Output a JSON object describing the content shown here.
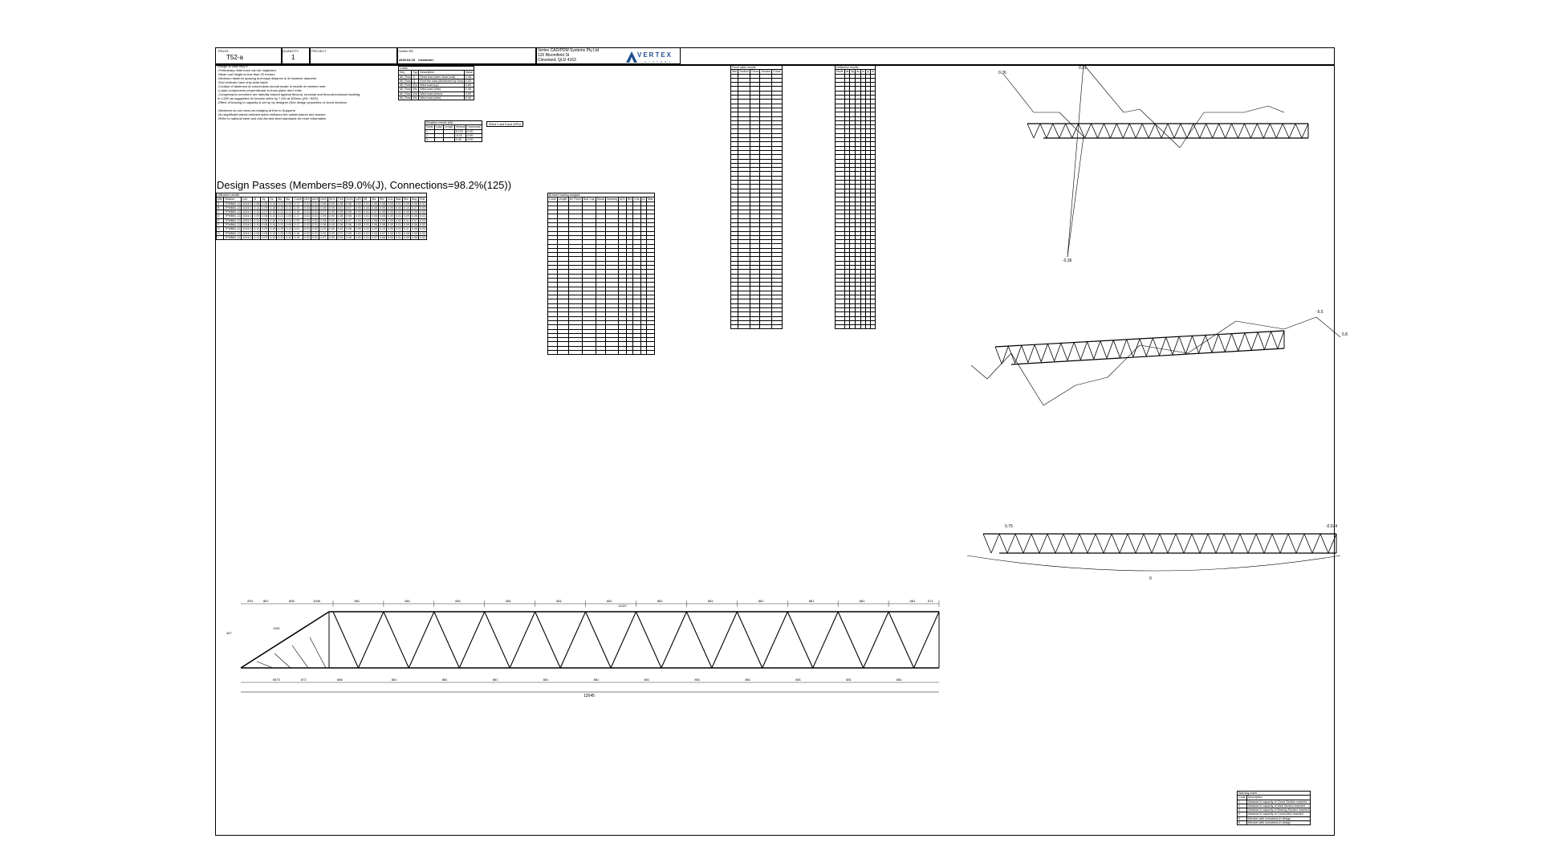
{
  "titleblock": {
    "truss_label": "TRUSS",
    "truss_value": "T52-a",
    "quantity_label": "QUANTITY",
    "quantity_value": "1",
    "project_label": "PROJECT",
    "version_label": "Vertex ED",
    "date_value": "2020.04.15",
    "customer_label": "Customer:",
    "company_name": "Vertex CAD/PDM Systems Pty Ltd",
    "company_address1": "120 Bloomfield St",
    "company_address2": "Cleveland, QLD 4163",
    "logo_text": "VERTEX",
    "logo_sub": "SYSTEMS"
  },
  "design_result": "Design Passes (Members=89.0%(J), Connections=98.2%(125))",
  "notes": [
    "Design is valid only if:",
    "-Preliminary relief force can be neglected",
    "-Mean roof height is less than 20 metres",
    "-Minimum fastener spacing and edge distance is 3x fastener diameter",
    "-End verticals have only axial loads",
    "-Contact of fasteners at connections should locate in middle of member web",
    "-Loads components perpendicular to truss plane don't exist",
    "-Compression members are laterally braced against flexural, torsional and flexural-torsional buckling",
    "In L/200 as suggested for tension webs by 7 ASI at 300mm (AS / NZS)",
    "-Effect of bracing to capacity is set up by designer (See design properties of chord sections",
    "",
    "-Members do not need pre-bridging at free to Supports",
    "-No significant lateral restraint action between the substructures and trusses",
    "-Refer to national steel and cold-formed steel standards for more information"
  ],
  "load_table": {
    "title": "Loads",
    "headers": [
      "Key",
      "Typ",
      "Description",
      "Value"
    ],
    "rows": [
      [
        "Alt_Row",
        "G",
        "Dead load (steel dead load)",
        "0.48"
      ],
      [
        "Alt_Row",
        "Q",
        "Roof live load (distributed by Dist)",
        "0.25"
      ],
      [
        "Alt_Row",
        "Wu",
        "Wind load (up)",
        "0.89"
      ],
      [
        "Alt_Row",
        "Ws",
        "Wind load (side)",
        "0.46"
      ],
      [
        "Alt_Row",
        "Wd",
        "Wind load (down)",
        "0.50"
      ],
      [
        "Alt_Row",
        "Ws",
        "Wind load (side)",
        "0.46"
      ]
    ]
  },
  "reaction_table": {
    "title": "Reaction results (kN)",
    "headers": [
      "Node",
      "Load",
      "Length",
      "Vertical",
      "Horizontal"
    ],
    "rows": [
      [
        "1",
        "",
        "",
        "10.33",
        "0.00"
      ],
      [
        "2",
        "",
        "",
        "-8.33",
        "0.00"
      ],
      [
        "3",
        "",
        "",
        "4.35",
        "0.00"
      ]
    ],
    "note": "Wind Load Input (kPa)"
  },
  "member_table": {
    "title": "Utilisation results",
    "headers": [
      "Mbr",
      "Section",
      "Len",
      "N",
      "Vy",
      "Vz",
      "My",
      "Mz",
      "Comb",
      "Ut%",
      "Ax%",
      "Bn%",
      "Sh%",
      "Tn%",
      "Cm%",
      "Ld%",
      "Dfl",
      "Sta",
      "Ref",
      "LCs",
      "Max",
      "Min",
      "Avg",
      "Chk"
    ],
    "rows": [
      [
        "A",
        "TPMB60-12",
        "1024.0",
        "0.08",
        "0.06",
        "0.14",
        "0.21",
        "0.09",
        "0.17",
        "0.02",
        "0.01",
        "0.06",
        "0.00",
        "0.38",
        "0.06",
        "0.00",
        "0.01",
        "0.06",
        "0.08",
        "0.00",
        "0.01",
        "0.09",
        "0.06",
        "0.02"
      ],
      [
        "B",
        "TPMB60-12",
        "1024.0",
        "0.11",
        "0.09",
        "0.18",
        "0.23",
        "0.13",
        "0.19",
        "0.03",
        "0.02",
        "0.08",
        "0.00",
        "0.41",
        "0.07",
        "0.00",
        "0.02",
        "0.08",
        "0.09",
        "0.00",
        "0.02",
        "0.10",
        "0.07",
        "0.03"
      ],
      [
        "C",
        "TPMB60-12",
        "1024.0",
        "0.13",
        "0.07",
        "0.15",
        "0.22",
        "0.11",
        "0.18",
        "0.02",
        "0.01",
        "0.07",
        "0.00",
        "0.39",
        "0.06",
        "0.00",
        "0.01",
        "0.07",
        "0.08",
        "0.00",
        "0.01",
        "0.09",
        "0.06",
        "0.02"
      ],
      [
        "D",
        "TPMB60-12",
        "1024.0",
        "0.09",
        "0.06",
        "0.14",
        "0.21",
        "0.09",
        "0.17",
        "0.02",
        "0.01",
        "0.06",
        "0.00",
        "0.38",
        "0.06",
        "0.00",
        "0.01",
        "0.06",
        "0.08",
        "0.00",
        "0.01",
        "0.09",
        "0.06",
        "0.02"
      ],
      [
        "E",
        "TPMB60-12",
        "1024.0",
        "0.12",
        "0.08",
        "0.16",
        "0.24",
        "0.12",
        "0.20",
        "0.03",
        "0.02",
        "0.08",
        "0.00",
        "0.42",
        "0.07",
        "0.00",
        "0.02",
        "0.08",
        "0.09",
        "0.00",
        "0.02",
        "0.11",
        "0.07",
        "0.03"
      ],
      [
        "F",
        "TPMB60-12",
        "1024.0",
        "0.10",
        "0.06",
        "0.14",
        "0.21",
        "0.09",
        "0.17",
        "0.02",
        "0.01",
        "0.06",
        "0.00",
        "0.38",
        "0.06",
        "0.00",
        "0.01",
        "0.06",
        "0.08",
        "0.00",
        "0.01",
        "0.09",
        "0.06",
        "0.02"
      ],
      [
        "G",
        "TPMB60-12",
        "1024.0",
        "0.14",
        "0.09",
        "0.18",
        "0.25",
        "0.13",
        "0.21",
        "0.03",
        "0.02",
        "0.09",
        "0.00",
        "0.43",
        "0.08",
        "0.00",
        "0.02",
        "0.09",
        "0.10",
        "0.00",
        "0.02",
        "0.11",
        "0.08",
        "0.03"
      ],
      [
        "H",
        "TPMB60-12",
        "1024.0",
        "0.08",
        "0.05",
        "0.13",
        "0.20",
        "0.08",
        "0.16",
        "0.02",
        "0.01",
        "0.05",
        "0.00",
        "0.37",
        "0.05",
        "0.00",
        "0.01",
        "0.05",
        "0.07",
        "0.00",
        "0.01",
        "0.08",
        "0.05",
        "0.02"
      ],
      [
        "I",
        "TPMB60-12",
        "1024.0",
        "0.11",
        "0.07",
        "0.15",
        "0.22",
        "0.10",
        "0.18",
        "0.02",
        "0.01",
        "0.07",
        "0.00",
        "0.39",
        "0.06",
        "0.00",
        "0.01",
        "0.07",
        "0.08",
        "0.00",
        "0.01",
        "0.09",
        "0.06",
        "0.02"
      ]
    ]
  },
  "connection_table": {
    "title": "Bracket loading analysis",
    "headers": [
      "Conn",
      "Length",
      "Ax Force",
      "Bolt Cap",
      "Shear",
      "Bearing",
      "Ut%",
      "Ref",
      "Chk",
      "LC",
      "Max"
    ],
    "row_count": 36
  },
  "force_table_1": {
    "title": "Force table results",
    "headers": [
      "Mbr",
      "Section",
      "Force",
      "Section",
      "Force"
    ],
    "row_count": 60
  },
  "force_table_2": {
    "title": "Deflection results",
    "headers": [
      "Node",
      "dx",
      "dy",
      "dz",
      "rx",
      "ry",
      "rz"
    ],
    "row_count": 60
  },
  "warnings": {
    "title": "Warning notes",
    "headers": [
      "Code",
      "Description"
    ],
    "rows": [
      [
        "1",
        "Variance in capacity of Chord Section reached"
      ],
      [
        "2",
        "Variance in capacity of Web Section reached"
      ],
      [
        "3",
        "Variance in capacity of Bracing Section reached"
      ],
      [
        "4",
        "Variance in capacity of Connection reached"
      ],
      [
        "5",
        "Member with overstress in design"
      ],
      [
        "6",
        "Member with overstress in design"
      ]
    ]
  },
  "diagram_labels": {
    "axial_max": "0.31",
    "axial_min": "-0.36",
    "axial_start": "0.26",
    "moment_max": "-5.5",
    "moment_end": "5.8",
    "deflection_left": "0.75",
    "deflection_right": "-0.574",
    "deflection_mid": "0",
    "overall_length": "12045",
    "panel_dim": "881",
    "height_dim": "457",
    "left_height": "1150",
    "left_seg1": "2R3",
    "left_seg2": "887",
    "left_seg3": "656",
    "left_seg4": "1008",
    "bottom_left": "6873",
    "bottom_2": "872",
    "bottom_3": "886",
    "end_dim": "671",
    "apex_mark": "12027"
  }
}
